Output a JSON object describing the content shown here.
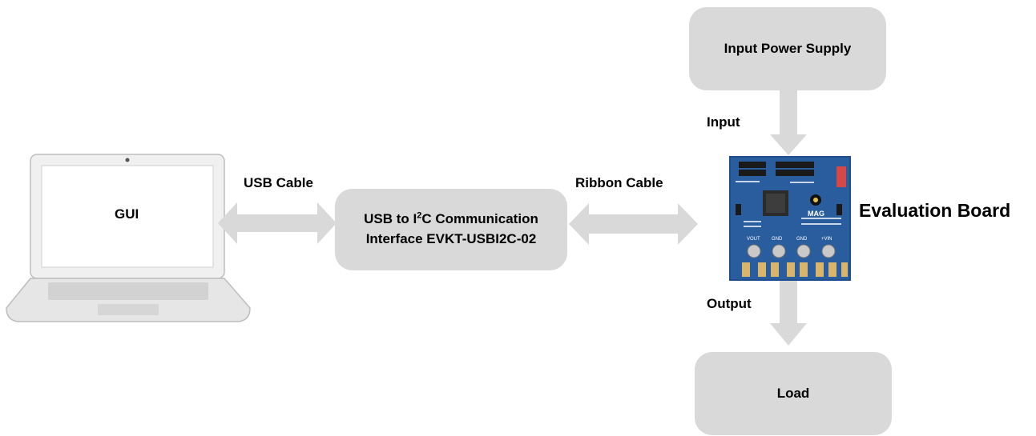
{
  "supply_box": {
    "label": "Input Power Supply"
  },
  "interface_box": {
    "line1_prefix": "USB to I",
    "line1_sup": "2",
    "line1_suffix": "C Communication",
    "line2": "Interface EVKT-USBI2C-02"
  },
  "load_box": {
    "label": "Load"
  },
  "laptop": {
    "screen_label": "GUI"
  },
  "labels": {
    "usb_cable": "USB Cable",
    "ribbon_cable": "Ribbon Cable",
    "input": "Input",
    "output": "Output",
    "evaluation_board": "Evaluation Board"
  },
  "board": {
    "logo": "MAG",
    "terminals": [
      "VOUT",
      "GND",
      "GND",
      "+VIN"
    ]
  },
  "colors": {
    "box_fill": "#d9d9d9",
    "arrow_fill": "#d9d9d9",
    "board_blue": "#1f4f8f"
  }
}
